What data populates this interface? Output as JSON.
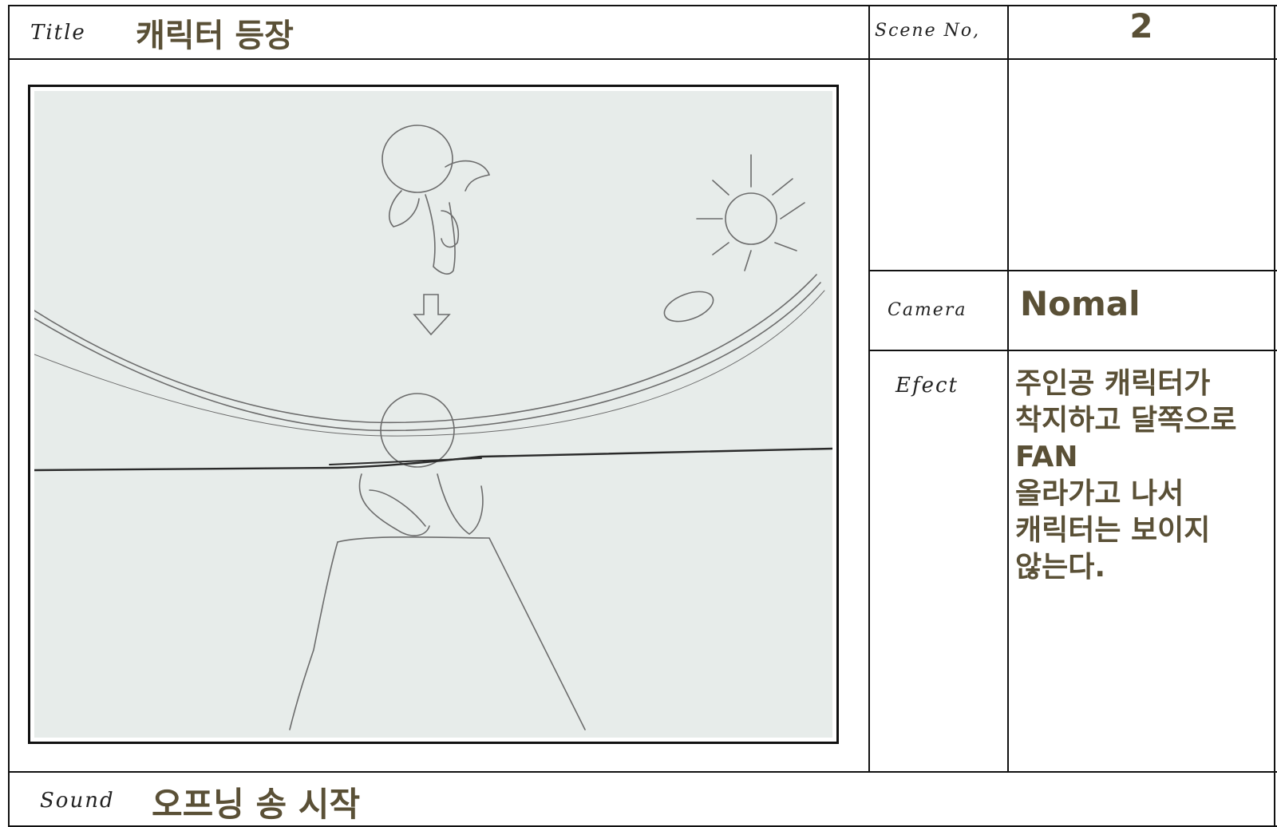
{
  "labels": {
    "title": "Title",
    "scene_no": "Scene No,",
    "camera": "Camera",
    "effect": "Efect",
    "sound": "Sound"
  },
  "values": {
    "title": "캐릭터 등장",
    "scene_no": "2",
    "camera": "Nomal",
    "effect": "주인공 캐릭터가\n착지하고 달쪽으로\nFAN\n올라가고 나서\n캐릭터는 보이지\n않는다.",
    "sound": "오프닝 송 시작"
  },
  "colors": {
    "value_text": "#5a5036",
    "sketch_bg": "#e7ecea",
    "pencil": "#6c6c6c"
  }
}
